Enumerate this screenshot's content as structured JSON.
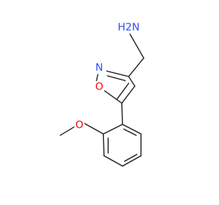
{
  "molecule": {
    "atoms": {
      "amine": "H2N",
      "ring_nitrogen": "N",
      "ring_oxygen": "O",
      "methoxy_oxygen": "O"
    },
    "colors": {
      "bond": "#2b2b2b",
      "nitrogen": "#3050f8",
      "oxygen": "#ff0d0d"
    }
  }
}
